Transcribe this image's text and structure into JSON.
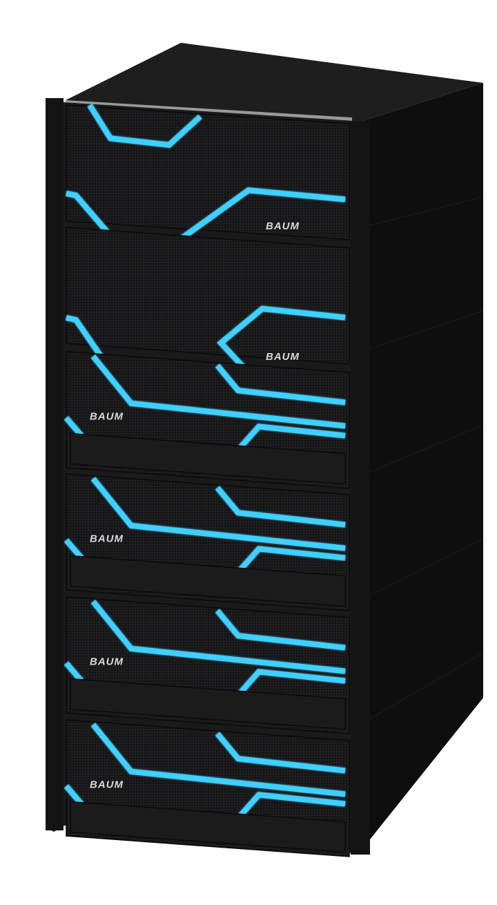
{
  "product": {
    "brand": "BAUM",
    "type": "rack-cabinet",
    "module_count": 6
  },
  "colors": {
    "background": "#ffffff",
    "cabinet_top": "#1e1e1e",
    "cabinet_side": "#0d0d0d",
    "front_panel": "#1c1c1e",
    "mesh": "#262628",
    "accent_light": "#3fd0ff",
    "logo": "#d8d8d8",
    "rail": "#151515",
    "top_trim": "#9a9a9a"
  },
  "modules": [
    {
      "label": "BAUM",
      "variant": "top-v-notch",
      "logo_pos": "right"
    },
    {
      "label": "BAUM",
      "variant": "wave-right",
      "logo_pos": "right"
    },
    {
      "label": "BAUM",
      "variant": "tri-line",
      "logo_pos": "left"
    },
    {
      "label": "BAUM",
      "variant": "tri-line",
      "logo_pos": "left"
    },
    {
      "label": "BAUM",
      "variant": "tri-line",
      "logo_pos": "left"
    },
    {
      "label": "BAUM",
      "variant": "tri-line",
      "logo_pos": "left"
    }
  ]
}
